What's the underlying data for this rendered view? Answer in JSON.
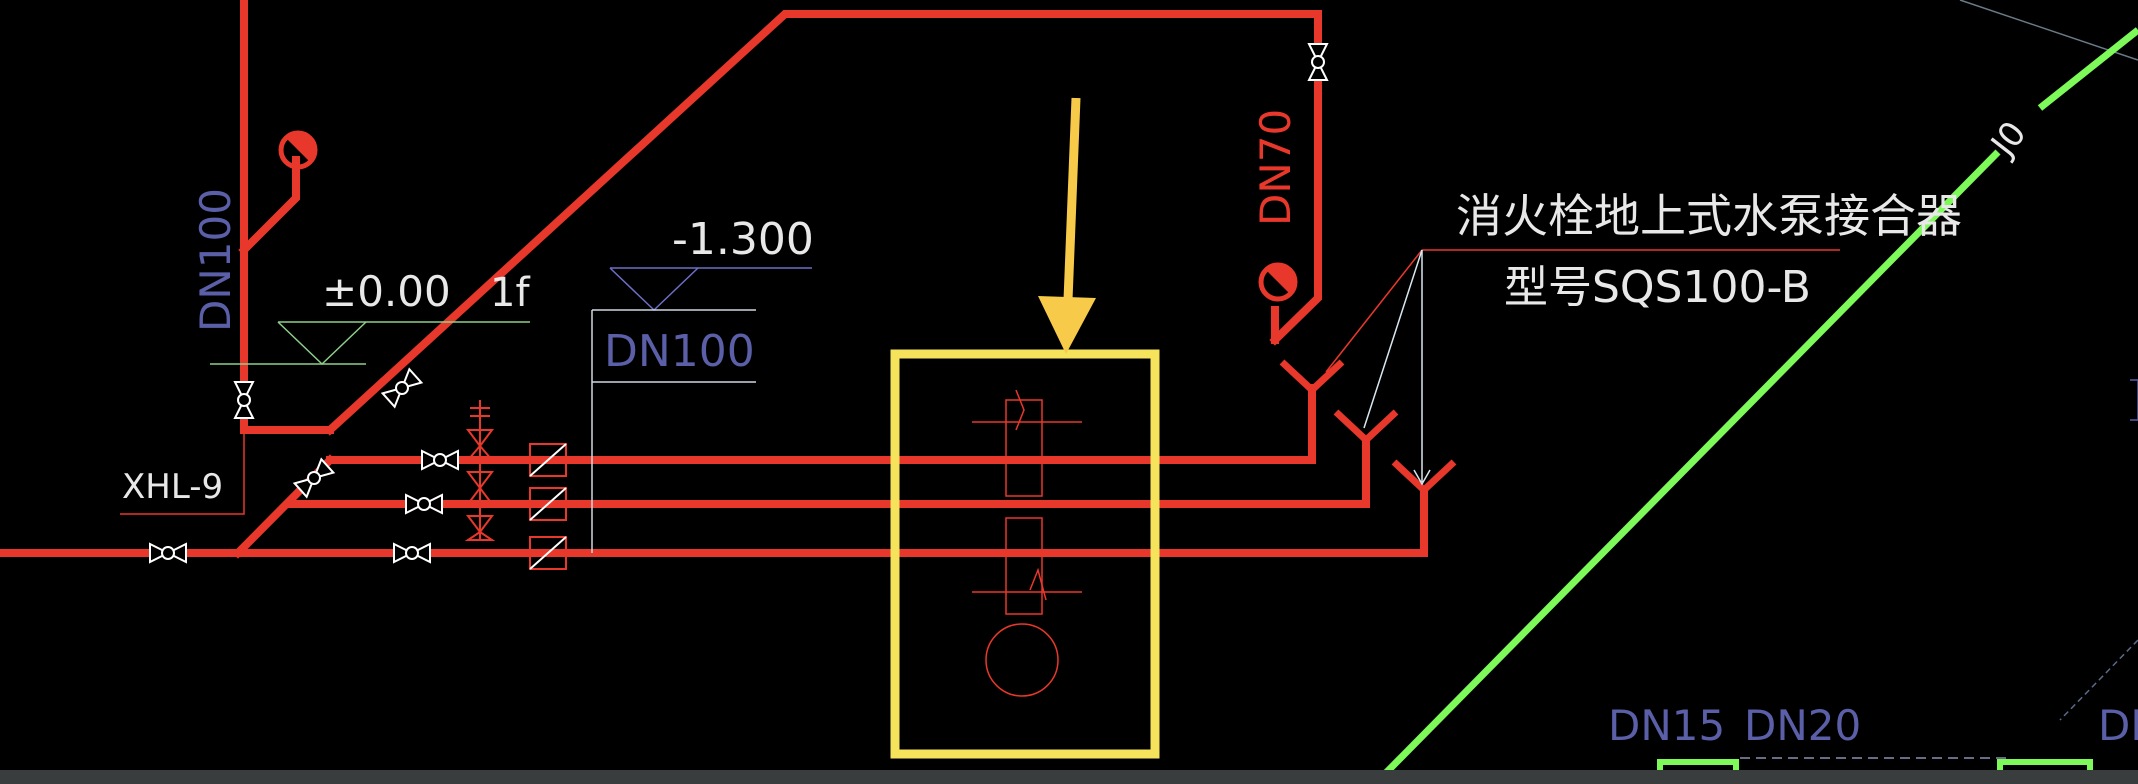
{
  "colors": {
    "background": "#000000",
    "pipe": "#e8382b",
    "thin_red": "#e8382b",
    "green_line": "#7dfa5a",
    "highlight": "#f5e35c",
    "arrow": "#f8ca4a",
    "blue_text": "#5a5fa8",
    "white_text": "#e8e8e8",
    "leader_white": "#d8e8f0"
  },
  "labels": {
    "dn100_vertical": "DN100",
    "elevation_ground": "±0.00",
    "floor": "1f",
    "elevation_low": "-1.300",
    "dn100_tag": "DN100",
    "dn70": "DN70",
    "xhl": "XHL-9",
    "connector_name": "消火栓地上式水泵接合器",
    "connector_model": "型号SQS100-B",
    "j0": "J0",
    "dn15": "DN15",
    "dn20": "DN20",
    "dn_partial": "DN"
  },
  "icons": {
    "gate_valve": "gate-valve-icon",
    "check_valve": "check-valve-icon",
    "safety_valve": "safety-valve-icon",
    "exhaust_valve": "exhaust-valve-icon",
    "pump_connector": "pump-connector-icon",
    "pointer": "arrow-down-icon"
  }
}
